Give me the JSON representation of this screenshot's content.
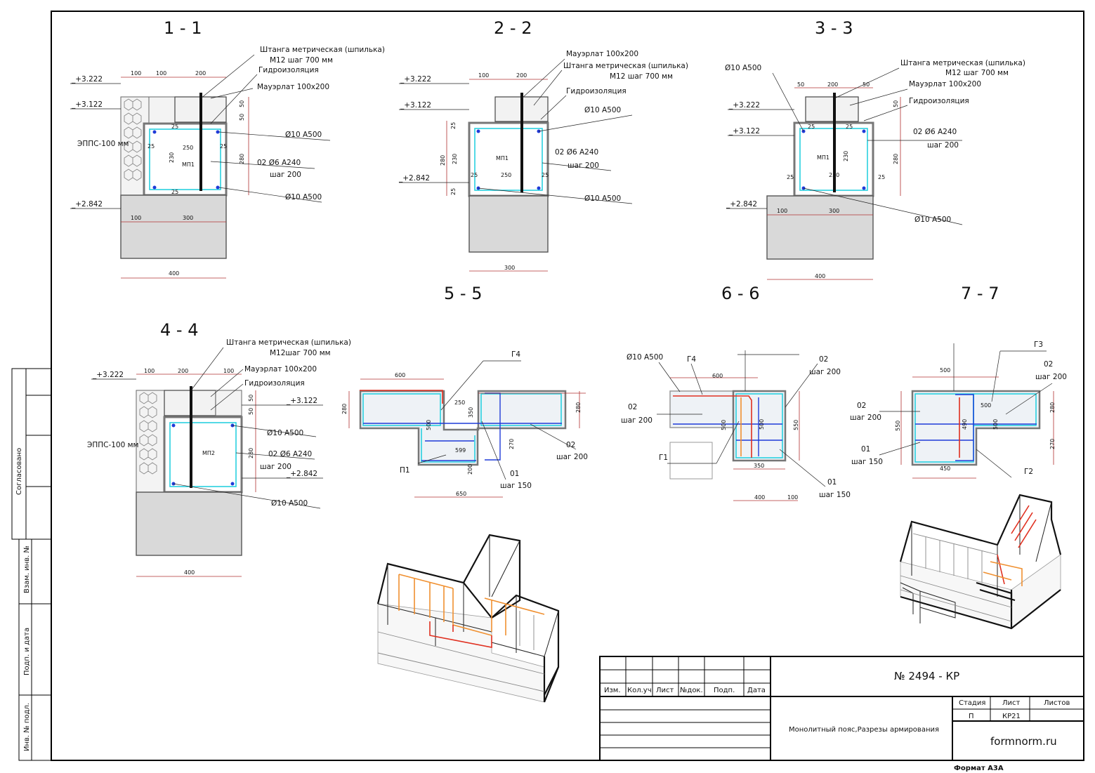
{
  "sections": {
    "s11": {
      "title": "1 - 1",
      "elev": [
        "_+3.222",
        "_+3.122",
        "_+2.842"
      ],
      "labels": [
        "Штанга метрическая (шпилька)",
        "М12 шаг 700 мм",
        "Гидроизоляция",
        "Мауэрлат 100х200",
        "ЭППС-100 мм",
        "Ø10 А500",
        "02   Ø6 А240",
        "шаг 200",
        "Ø10 А500",
        "МП1"
      ],
      "dims": [
        "100",
        "100",
        "200",
        "50",
        "50",
        "25",
        "25",
        "250",
        "25",
        "230",
        "280",
        "25",
        "100",
        "300",
        "400"
      ]
    },
    "s22": {
      "title": "2 - 2",
      "elev": [
        "_+3.222",
        "_+3.122",
        "_+2.842"
      ],
      "labels": [
        "Мауэрлат 100х200",
        "Штанга метрическая (шпилька)",
        "М12 шаг 700 мм",
        "Гидроизоляция",
        "Ø10 А500",
        "02   Ø6 А240",
        "шаг 200",
        "Ø10 А500",
        "МП1"
      ],
      "dims": [
        "100",
        "200",
        "25",
        "280",
        "230",
        "25",
        "25",
        "250",
        "25",
        "300"
      ]
    },
    "s33": {
      "title": "3 - 3",
      "elev": [
        "_+3.222",
        "_+3.122",
        "_+2.842"
      ],
      "labels": [
        "Ø10 А500",
        "Штанга метрическая (шпилька)",
        "М12  шаг 700 мм",
        "Мауэрлат  100х200",
        "Гидроизоляция",
        "02   Ø6 А240",
        "шаг 200",
        "Ø10 А500",
        "МП1"
      ],
      "dims": [
        "50",
        "200",
        "50",
        "50",
        "25",
        "25",
        "25",
        "250",
        "25",
        "280",
        "230",
        "100",
        "300",
        "400"
      ]
    },
    "s44": {
      "title": "4 - 4",
      "elev": [
        "_+3.222",
        "_+3.122",
        "_+2.842"
      ],
      "labels": [
        "Штанга метрическая (шпилька)",
        "М12шаг 700 мм",
        "Мауэрлат  100х200",
        "Гидроизоляция",
        "ЭППС-100 мм",
        "Ø10 А500",
        "02   Ø6 А240",
        "шаг 200",
        "Ø10 А500",
        "МП2"
      ],
      "dims": [
        "100",
        "200",
        "100",
        "50",
        "50",
        "280",
        "400"
      ]
    },
    "s55": {
      "title": "5 - 5",
      "labels": [
        "Г4",
        "П1",
        "02",
        "шаг 200",
        "01",
        "шаг 150"
      ],
      "dims": [
        "600",
        "280",
        "250",
        "350",
        "500",
        "599",
        "200",
        "270",
        "280",
        "650"
      ]
    },
    "s66": {
      "title": "6 - 6",
      "labels": [
        "Ø10 А500",
        "Г4",
        "02",
        "шаг 200",
        "02",
        "шаг 200",
        "Г1",
        "01",
        "шаг 150"
      ],
      "dims": [
        "600",
        "500",
        "500",
        "550",
        "350",
        "400",
        "100"
      ]
    },
    "s77": {
      "title": "7 - 7",
      "labels": [
        "Г3",
        "02",
        "шаг 200",
        "02",
        "шаг 200",
        "01",
        "шаг 150",
        "Г2"
      ],
      "dims": [
        "500",
        "550",
        "500",
        "490",
        "500",
        "280",
        "270",
        "450"
      ]
    }
  },
  "title_block": {
    "doc_number": "№ 2494 - КР",
    "columns": [
      "Изм.",
      "Кол.уч",
      "Лист",
      "№док.",
      "Подп.",
      "Дата"
    ],
    "name": "Монолитный пояс,Разрезы армирования",
    "stage_header": "Стадия",
    "sheet_header": "Лист",
    "sheets_header": "Листов",
    "stage": "П",
    "sheet": "КР21",
    "sheets": "",
    "org": "formnorm.ru",
    "format": "Формат А3А"
  },
  "side_stamp": {
    "agreed": "Согласовано",
    "inv_vzam": "Взам. инв. №",
    "sign_date": "Подп. и дата",
    "inv_podl": "Инв. № подл."
  },
  "colors": {
    "frame": "#000000",
    "concrete": "#d9d9d9",
    "cage": "#29d0e0",
    "stirrup": "#1f3bd8",
    "rebar_red": "#e03020",
    "rebar_orange": "#f09030",
    "dimension": "#b03030"
  }
}
